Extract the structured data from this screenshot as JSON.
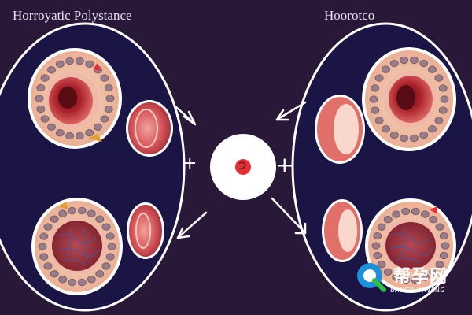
{
  "titles": {
    "left": "Horroyatic Polystance",
    "right": "Hoorotco"
  },
  "glyphs": {
    "plus_left": "+",
    "plus_right": "+"
  },
  "watermark": {
    "brand": "帮孕网",
    "subtitle": "BANGYUNWANG"
  },
  "colors": {
    "background": "#2a1838",
    "panel": "#1a1545",
    "outline": "#ffffff",
    "tissue": "#f1c6a8",
    "bead": "#9a7c87",
    "lumen": "#b8232c",
    "accent": "#e0303a"
  }
}
